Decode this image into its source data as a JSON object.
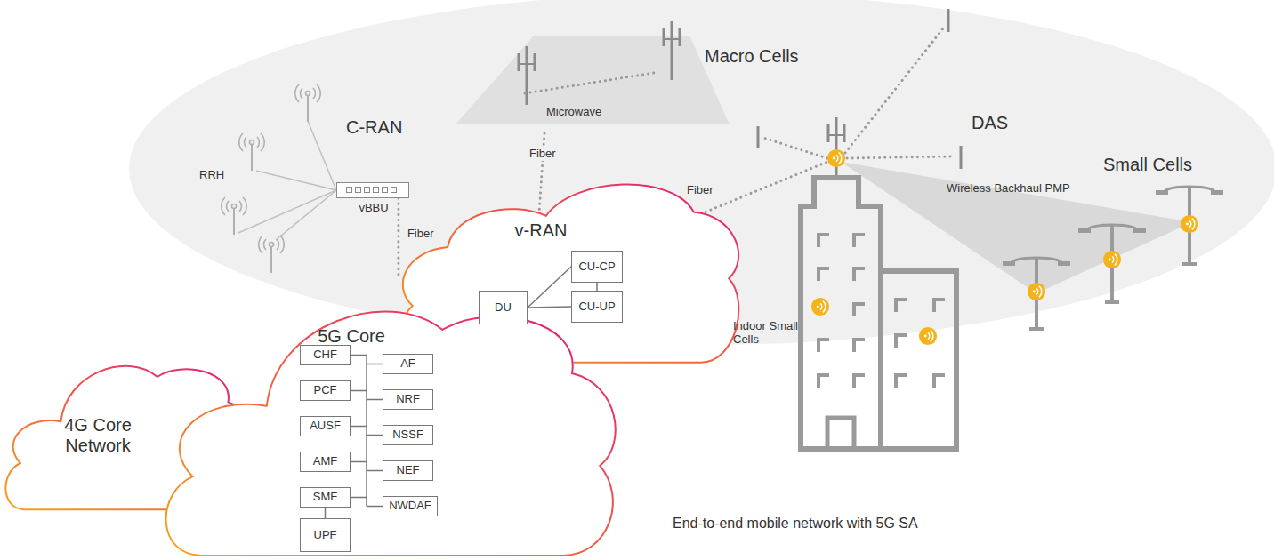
{
  "diagram": {
    "caption": "End-to-end mobile network with 5G SA",
    "nodes": [
      {
        "text": [
          "vBBU"
        ]
      },
      {
        "text": [
          "v-RAN"
        ]
      },
      {
        "text": [
          "DU"
        ],
        "in": 1
      },
      {
        "text": [
          "CU-CP"
        ],
        "in": 1
      },
      {
        "text": [
          "CU-UP"
        ],
        "in": 1
      },
      {
        "text": [
          "4G Core Network"
        ]
      },
      {
        "text": [
          "5G Core"
        ]
      },
      {
        "text": [
          "CHF"
        ],
        "in": 6
      },
      {
        "text": [
          "PCF"
        ],
        "in": 6
      },
      {
        "text": [
          "AUSF"
        ],
        "in": 6
      },
      {
        "text": [
          "AMF"
        ],
        "in": 6
      },
      {
        "text": [
          "SMF"
        ],
        "in": 6
      },
      {
        "text": [
          "UPF"
        ],
        "in": 6
      },
      {
        "text": [
          "AF"
        ],
        "in": 6
      },
      {
        "text": [
          "NRF"
        ],
        "in": 6
      },
      {
        "text": [
          "NSSF"
        ],
        "in": 6
      },
      {
        "text": [
          "NEF"
        ],
        "in": 6
      },
      {
        "text": [
          "NWDAF"
        ],
        "in": 6
      }
    ],
    "edges": [
      {
        "from": 0,
        "to": 1,
        "arrow": "none",
        "label": "Fiber"
      },
      {
        "from": 2,
        "to": 3,
        "arrow": "none"
      },
      {
        "from": 2,
        "to": 4,
        "arrow": "none"
      },
      {
        "from": 3,
        "to": 4,
        "arrow": "none"
      },
      {
        "from": 11,
        "to": 12,
        "arrow": "none"
      }
    ],
    "labels": [
      "Macro Cells",
      "Microwave",
      "C-RAN",
      "DAS",
      "RRH",
      "Fiber",
      "Fiber",
      "Small Cells",
      "Wireless Backhaul PMP",
      "Indoor Small Cells"
    ]
  }
}
